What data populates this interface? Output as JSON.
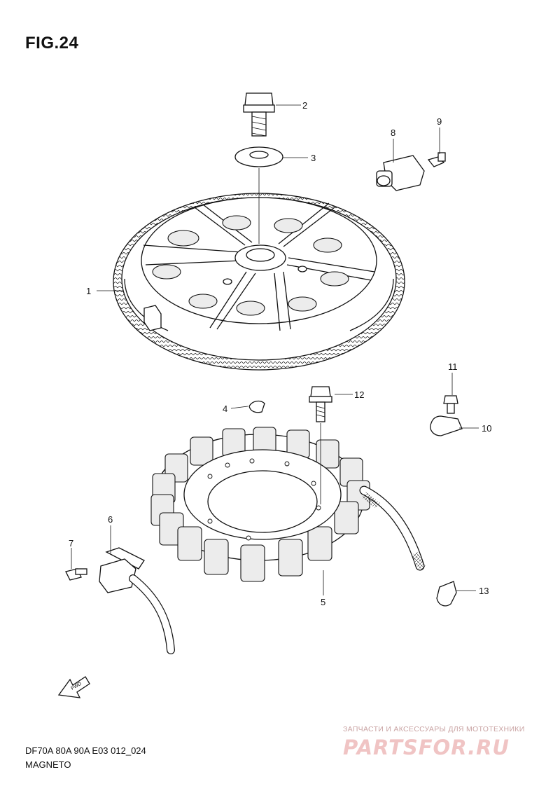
{
  "figure": {
    "title": "FIG.24"
  },
  "footer": {
    "model_code": "DF70A 80A 90A E03 012_024",
    "section_name": "MAGNETO"
  },
  "watermark": {
    "tagline": "ЗАПЧАСТИ И АКСЕССУАРЫ ДЛЯ МОТОТЕХНИКИ",
    "brand": "PARTSFOR.RU"
  },
  "direction_marker": {
    "label": "FWD",
    "icon": "arrow-fwd-icon"
  },
  "callouts": [
    {
      "number": "1"
    },
    {
      "number": "2"
    },
    {
      "number": "3"
    },
    {
      "number": "4"
    },
    {
      "number": "5"
    },
    {
      "number": "6"
    },
    {
      "number": "7"
    },
    {
      "number": "8"
    },
    {
      "number": "9"
    },
    {
      "number": "10"
    },
    {
      "number": "11"
    },
    {
      "number": "12"
    },
    {
      "number": "13"
    }
  ]
}
